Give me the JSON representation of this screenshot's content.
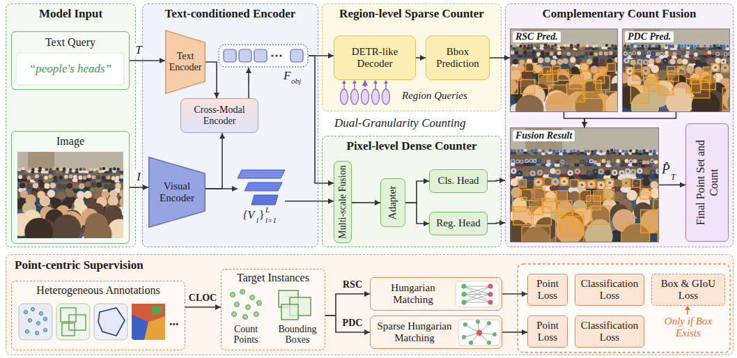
{
  "diagram": {
    "nodes": [
      {
        "text": [
          "Model Input"
        ]
      },
      {
        "text": [
          "Text Query",
          "“people's heads”"
        ],
        "in": 0
      },
      {
        "text": [
          "Image"
        ],
        "in": 0
      },
      {
        "text": [
          "Text-conditioned Encoder"
        ]
      },
      {
        "text": [
          "Text Encoder"
        ],
        "in": 3
      },
      {
        "text": [
          "Cross-Modal Encoder"
        ],
        "in": 3
      },
      {
        "text": [
          "Visual Encoder"
        ],
        "in": 3
      },
      {
        "text": [
          "F",
          "obj"
        ],
        "in": 3
      },
      {
        "text": [
          "{V",
          "l",
          "}",
          "L",
          "l=1"
        ],
        "in": 3
      },
      {
        "text": [
          "Region-level Sparse Counter"
        ]
      },
      {
        "text": [
          "DETR-like Decoder"
        ],
        "in": 9
      },
      {
        "text": [
          "Bbox Prediction"
        ],
        "in": 9
      },
      {
        "text": [
          "Region Queries"
        ],
        "in": 9
      },
      {
        "text": [
          "Pixel-level Dense Counter"
        ]
      },
      {
        "text": [
          "Multi-scale Fusion"
        ],
        "in": 13
      },
      {
        "text": [
          "Adapter"
        ],
        "in": 13
      },
      {
        "text": [
          "Cls. Head"
        ],
        "in": 13
      },
      {
        "text": [
          "Reg. Head"
        ],
        "in": 13
      },
      {
        "text": [
          "Complementary Count Fusion"
        ]
      },
      {
        "text": [
          "RSC Pred."
        ],
        "in": 18
      },
      {
        "text": [
          "PDC Pred."
        ],
        "in": 18
      },
      {
        "text": [
          "Fusion Result"
        ],
        "in": 18
      },
      {
        "text": [
          "Final Point Set and Count"
        ],
        "in": 18
      },
      {
        "text": [
          "Point-centric Supervision"
        ]
      },
      {
        "text": [
          "Heterogeneous Annotations",
          "..."
        ],
        "in": 23
      },
      {
        "text": [
          "Target Instances",
          "Count Points",
          "Bounding Boxes"
        ],
        "in": 23
      },
      {
        "text": [
          "Hungarian Matching"
        ],
        "in": 23
      },
      {
        "text": [
          "Sparse Hungarian Matching"
        ],
        "in": 23
      },
      {
        "text": [
          "Point Loss"
        ],
        "in": 23
      },
      {
        "text": [
          "Classification Loss"
        ],
        "in": 23
      },
      {
        "text": [
          "Box & GIoU Loss"
        ],
        "in": 23
      },
      {
        "text": [
          "Point Loss"
        ],
        "in": 23
      },
      {
        "text": [
          "Classification Loss"
        ],
        "in": 23
      }
    ],
    "edges": [
      {
        "from": 1,
        "to": 4,
        "arrow": "to",
        "label": "T"
      },
      {
        "from": 2,
        "to": 6,
        "arrow": "to",
        "label": "I"
      },
      {
        "from": 4,
        "to": 5,
        "arrow": "to"
      },
      {
        "from": 6,
        "to": 5,
        "arrow": "to"
      },
      {
        "from": 5,
        "to": 7,
        "arrow": "to"
      },
      {
        "from": 6,
        "to": 8,
        "arrow": "to"
      },
      {
        "from": 7,
        "to": 10,
        "arrow": "to"
      },
      {
        "from": 7,
        "to": 14,
        "arrow": "to"
      },
      {
        "from": 8,
        "to": 14,
        "arrow": "to"
      },
      {
        "from": 12,
        "to": 10,
        "arrow": "to"
      },
      {
        "from": 10,
        "to": 11,
        "arrow": "to"
      },
      {
        "from": 14,
        "to": 15,
        "arrow": "to"
      },
      {
        "from": 15,
        "to": 16,
        "arrow": "to"
      },
      {
        "from": 15,
        "to": 17,
        "arrow": "to"
      },
      {
        "from": 11,
        "to": 19,
        "arrow": "to"
      },
      {
        "from": 16,
        "to": 18,
        "arrow": "to"
      },
      {
        "from": 17,
        "to": 18,
        "arrow": "to"
      },
      {
        "from": 19,
        "to": 21,
        "arrow": "to"
      },
      {
        "from": 20,
        "to": 21,
        "arrow": "to"
      },
      {
        "from": 21,
        "to": 22,
        "arrow": "to"
      },
      {
        "from": 24,
        "to": 25,
        "arrow": "to",
        "label": "CLOC"
      },
      {
        "from": 25,
        "to": 26,
        "arrow": "to",
        "label": "RSC"
      },
      {
        "from": 25,
        "to": 27,
        "arrow": "to",
        "label": "PDC"
      },
      {
        "from": 26,
        "to": 28,
        "arrow": "to"
      },
      {
        "from": 27,
        "to": 31,
        "arrow": "to"
      }
    ],
    "labels": [
      "Dual-Granularity Counting",
      "P̂",
      "T",
      "Only if Box Exists"
    ]
  }
}
